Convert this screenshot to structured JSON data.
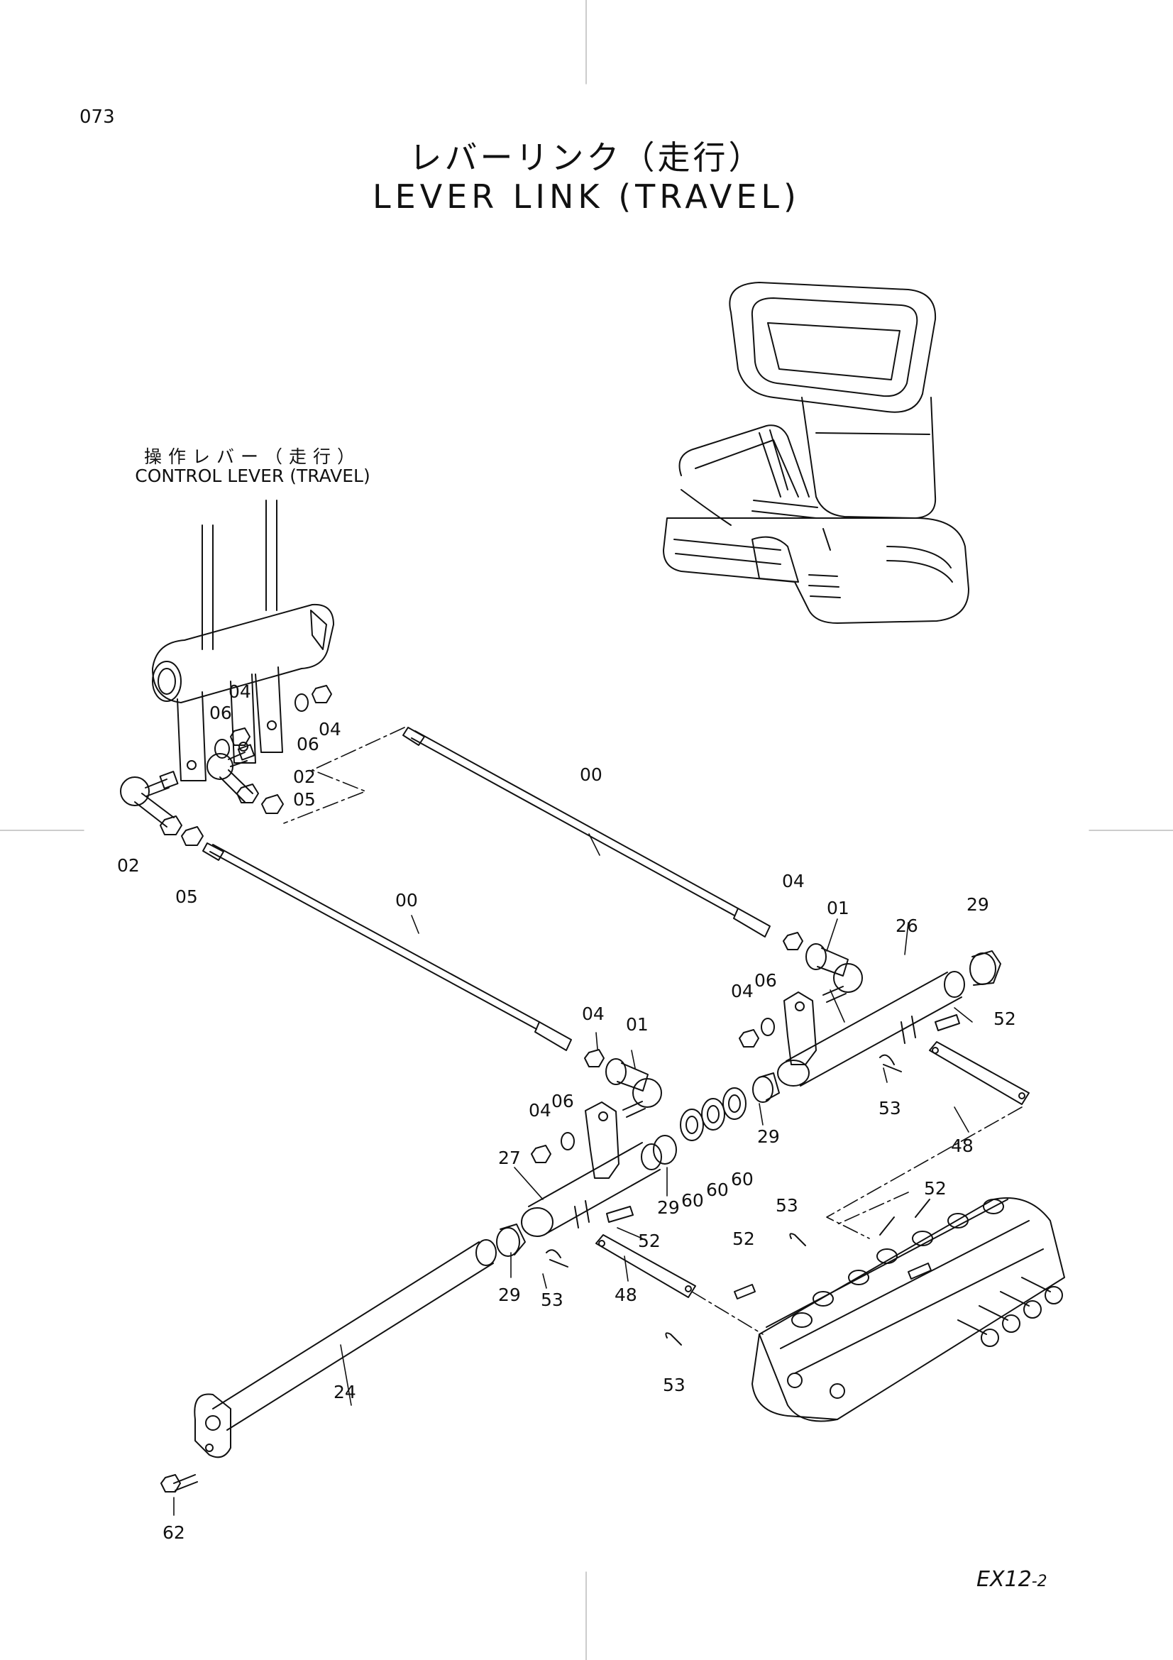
{
  "page_number": "073",
  "title_ja": "レバーリンク（走行）",
  "title_en": "LEVER LINK (TRAVEL)",
  "lever_label_ja": "操作レバー（走行）",
  "lever_label_en": "CONTROL LEVER (TRAVEL)",
  "model_code": "EX12",
  "model_code_suffix": "-2",
  "callouts": [
    "00",
    "00",
    "01",
    "01",
    "02",
    "02",
    "04",
    "04",
    "04",
    "04",
    "04",
    "05",
    "05",
    "06",
    "06",
    "06",
    "06",
    "24",
    "26",
    "27",
    "29",
    "29",
    "29",
    "29",
    "48",
    "48",
    "52",
    "52",
    "52",
    "52",
    "53",
    "53",
    "53",
    "53",
    "60",
    "60",
    "60",
    "62"
  ]
}
